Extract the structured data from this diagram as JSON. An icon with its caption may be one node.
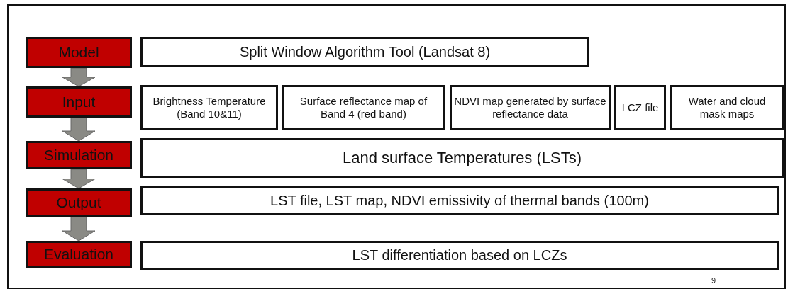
{
  "diagram": {
    "nodes": [
      {
        "text": [
          "Model"
        ]
      },
      {
        "text": [
          "Split Window Algorithm Tool (Landsat 8)"
        ]
      },
      {
        "text": [
          "Input"
        ]
      },
      {
        "text": [
          "Brightness Temperature (Band 10&11)"
        ]
      },
      {
        "text": [
          "Surface reflectance map of Band 4 (red band)"
        ]
      },
      {
        "text": [
          "NDVI map generated by surface reflectance data"
        ]
      },
      {
        "text": [
          "LCZ file"
        ]
      },
      {
        "text": [
          "Water and cloud mask maps"
        ]
      },
      {
        "text": [
          "Simulation"
        ]
      },
      {
        "text": [
          "Land surface Temperatures (LSTs)"
        ]
      },
      {
        "text": [
          "Output"
        ]
      },
      {
        "text": [
          "LST file, LST map, NDVI emissivity of thermal bands (100m)"
        ]
      },
      {
        "text": [
          "Evaluation"
        ]
      },
      {
        "text": [
          "LST differentiation based on LCZs"
        ]
      }
    ],
    "edges": [
      {
        "from": 0,
        "to": 2,
        "arrow": "to",
        "style": "thick"
      },
      {
        "from": 2,
        "to": 8,
        "arrow": "to",
        "style": "thick"
      },
      {
        "from": 8,
        "to": 10,
        "arrow": "to",
        "style": "thick"
      },
      {
        "from": 10,
        "to": 12,
        "arrow": "to",
        "style": "thick"
      }
    ],
    "labels": [
      "9"
    ]
  }
}
